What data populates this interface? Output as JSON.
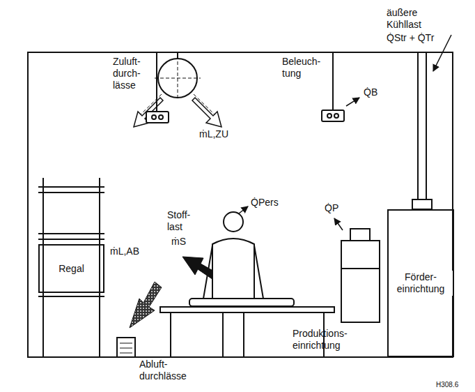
{
  "diagram": {
    "nodes": [
      {
        "text": [
          "Regal"
        ]
      },
      {
        "text": [
          "Förder- einrichtung"
        ]
      }
    ],
    "edges": [],
    "labels": [
      "äußere Kühllast",
      "Q̇Str + Q̇Tr",
      "Zuluft- durch- lässe",
      "Beleuch- tung",
      "Q̇B",
      "ṁL,ZU",
      "Stoff- last",
      "ṁS",
      "Q̇Pers",
      "Q̇P",
      "ṁL,AB",
      "Produktions- einrichtung",
      "Abluft- durchlässe",
      "H308.6"
    ]
  }
}
